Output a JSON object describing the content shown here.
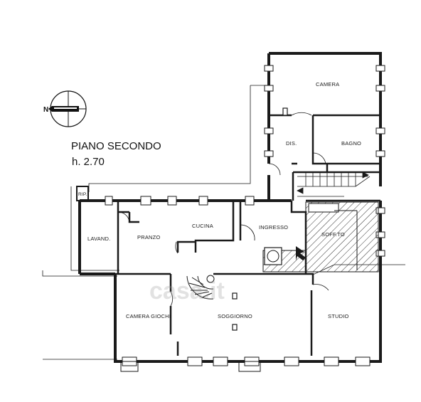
{
  "plan": {
    "title": "PIANO SECONDO",
    "height_label": "h. 2.70",
    "north_label": "N",
    "watermark": "casa.it"
  },
  "rooms": {
    "camera": "CAMERA",
    "dis": "DIS.",
    "bagno": "BAGNO",
    "rip": "RIP.",
    "lavand": "LAVAND.",
    "pranzo": "PRANZO",
    "cucina": "CUCINA",
    "ingresso": "INGRESSO",
    "soffitto": "SOFF.TO",
    "camera_giochi": "CAMERA GIOCHI",
    "soggiorno": "SOGGIORNO",
    "studio": "STUDIO"
  },
  "colors": {
    "wall": "#1a1a1a",
    "hatch": "#333333",
    "background": "#ffffff"
  }
}
